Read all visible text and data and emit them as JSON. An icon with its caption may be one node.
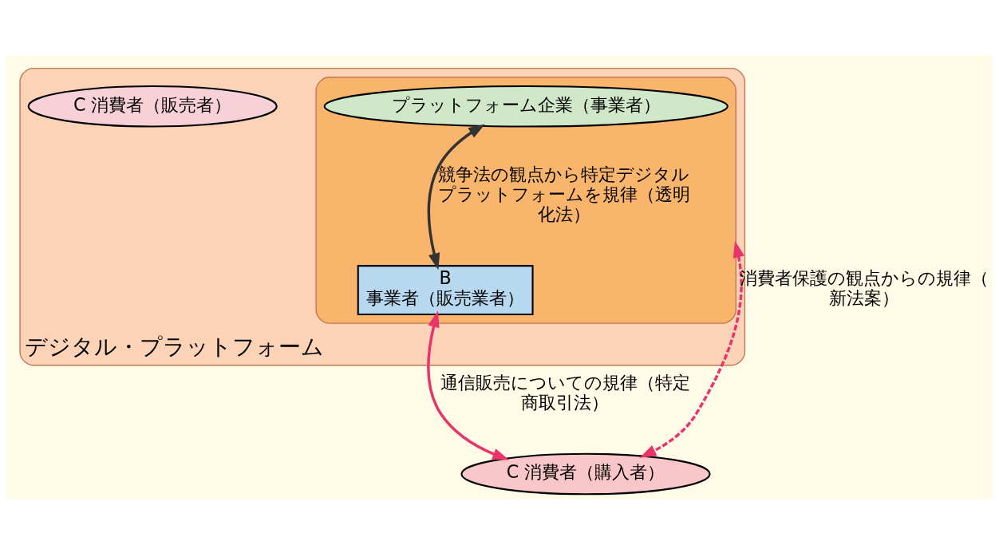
{
  "diagram": {
    "nodes": [
      {
        "text": [
          "デジタル・プラットフォーム"
        ]
      },
      {
        "text": [],
        "shape": "ellipse",
        "in": 0
      },
      {
        "text": [
          "プラットフォーム企業（事業者）"
        ],
        "in": 1
      },
      {
        "text": [
          "B",
          "事業者（販売業者）"
        ],
        "in": 1
      },
      {
        "text": [
          "C 消費者（販売者）"
        ],
        "in": 0
      },
      {
        "text": [
          "C 消費者（購入者）"
        ]
      }
    ],
    "edges": [
      {
        "from": 2,
        "to": 3,
        "arrow": "both",
        "color": "#333333",
        "label": "競争法の観点から特定デジタルプラットフォームを規律（透明化法）"
      },
      {
        "from": 1,
        "to": 5,
        "arrow": "both",
        "style": "dashed",
        "label": "消費者保護の観点からの規律（新法案）"
      },
      {
        "from": 3,
        "to": 5,
        "arrow": "both",
        "label": "通信販売についての規律（特定商取引法）"
      }
    ]
  }
}
